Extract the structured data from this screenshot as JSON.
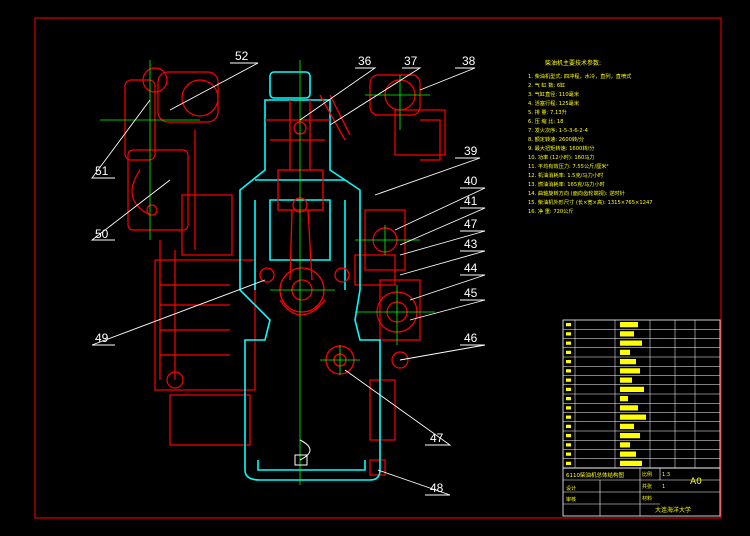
{
  "drawing": {
    "colors": {
      "background": "#000000",
      "frame": "#ff0000",
      "part_outline": "#ff0000",
      "section": "#00ffff",
      "leader": "#ffffff",
      "center_line": "#00ff00",
      "spec_text": "#ffff00",
      "title_text": "#ffff00"
    },
    "balloons": [
      "52",
      "36",
      "37",
      "38",
      "39",
      "40",
      "41",
      "47",
      "43",
      "44",
      "45",
      "46",
      "51",
      "50",
      "49",
      "47",
      "48"
    ],
    "spec_lines": [
      "1. 柴油机型式:            四冲程，水冷，直列，直喷式",
      "2. 气 缸 数:                  6缸",
      "3. 气缸直径:                110毫米",
      "4. 活塞行程:                125毫米",
      "5. 排 量:                    7.13升",
      "6. 压 缩 比:                  18",
      "7. 发火次序:                1-5-3-6-2-4",
      "8. 额定转速:                2600转/分",
      "9. 最大扭矩转速:          1600转/分",
      "10. 功率 (12小时):         160马力",
      "11. 平均有效压力:          7.55公斤/厘米²",
      "12. 机油消耗率:            1.5克/马力小时",
      "13. 燃油消耗率:            165克/马力小时",
      "14. 曲轴旋转方向 (面向齿轮端视):      逆时针",
      "15. 柴油机外形尺寸 (长×宽×高):  1315×765×1247",
      "16. 净 重:                  720公斤"
    ],
    "title_block": {
      "drawing_title": "6110柴油机总体结构图",
      "scale_label": "比例",
      "scale_value": "1:3",
      "sheet_label": "共张",
      "sheet_value": "1",
      "size": "A0",
      "designer": "设计",
      "checker": "审核",
      "material": "材料",
      "school": "大连海洋大学"
    }
  }
}
